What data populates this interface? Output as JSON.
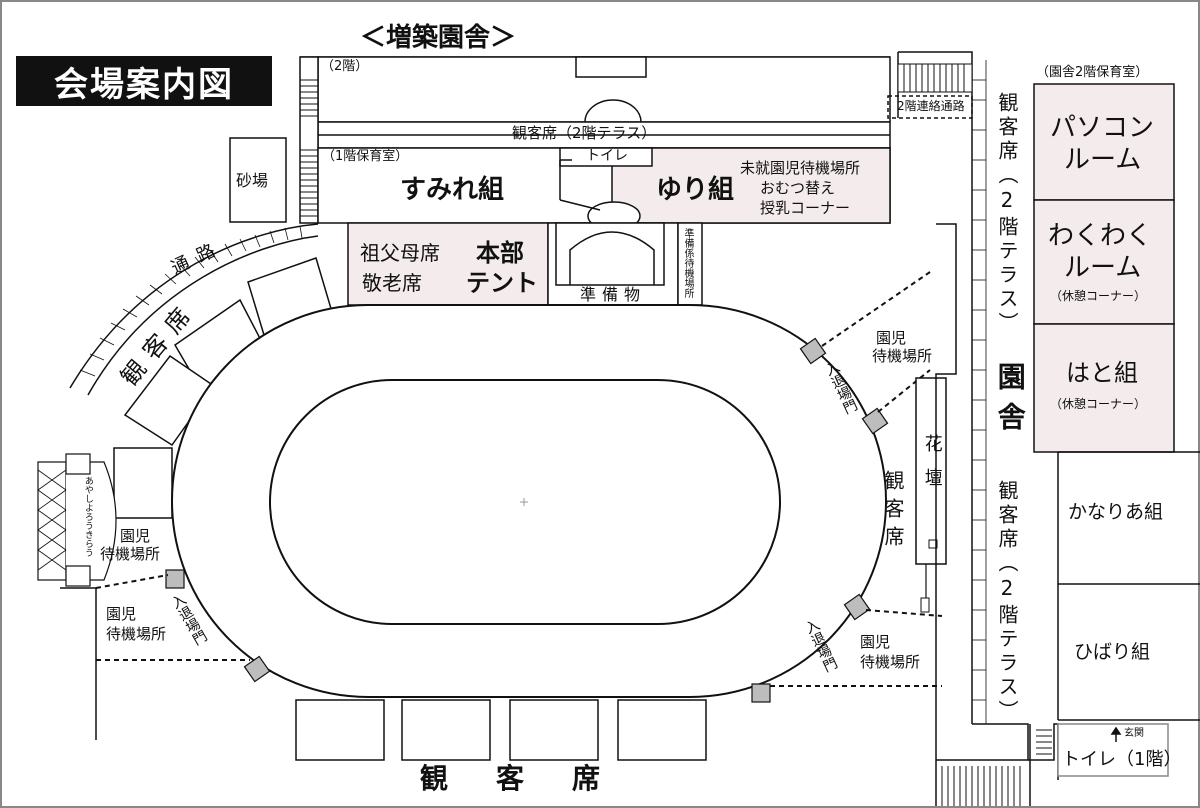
{
  "map_title": "会場案内図",
  "annex_title": "＜増築園舎＞",
  "annex": {
    "floor2": "（2階）",
    "floor1_room": "（1階保育室）",
    "terrace": "観客席（2階テラス）",
    "toilet": "トイレ",
    "sumire": "すみれ組",
    "yuri": "ゆり組",
    "waiting_line1": "未就園児待機場所",
    "waiting_line2": "おむつ替え",
    "waiting_line3": "授乳コーナー"
  },
  "sandbox": "砂場",
  "passage": "通路",
  "connector": "2階連絡通路",
  "left_stands": "観客席",
  "grandparents_line1": "祖父母席",
  "grandparents_line2": "敬老席",
  "hq_line1": "本部",
  "hq_line2": "テント",
  "staff_waiting": "準備係待機場所",
  "props": "準備物",
  "arch": "あやしよろうきらう",
  "gates": {
    "enter_exit": "入退場門",
    "kids_waiting_line1": "園児",
    "kids_waiting_line2": "待機場所"
  },
  "right_stands": "観客席",
  "flowerbed": "花壇",
  "bottom_stands": "観　客　席",
  "main_building": {
    "header": "（園舎2階保育室）",
    "terrace_stands": "観客席（2階テラス）",
    "name": "園舎",
    "rooms": [
      {
        "line1": "パソコン",
        "line2": "ルーム",
        "note": ""
      },
      {
        "line1": "わくわく",
        "line2": "ルーム",
        "note": "（休憩コーナー）"
      },
      {
        "line1": "はと組",
        "line2": "",
        "note": "（休憩コーナー）"
      },
      {
        "line1": "かなりあ組",
        "line2": "",
        "note": ""
      },
      {
        "line1": "ひばり組",
        "line2": "",
        "note": ""
      }
    ],
    "entrance": "玄関",
    "toilet_1f": "トイレ（1階）"
  },
  "colors": {
    "pink_fill": "#f4ecec",
    "gray_fill": "#bdbdbd",
    "line": "#111111",
    "title_bg": "#111111"
  }
}
